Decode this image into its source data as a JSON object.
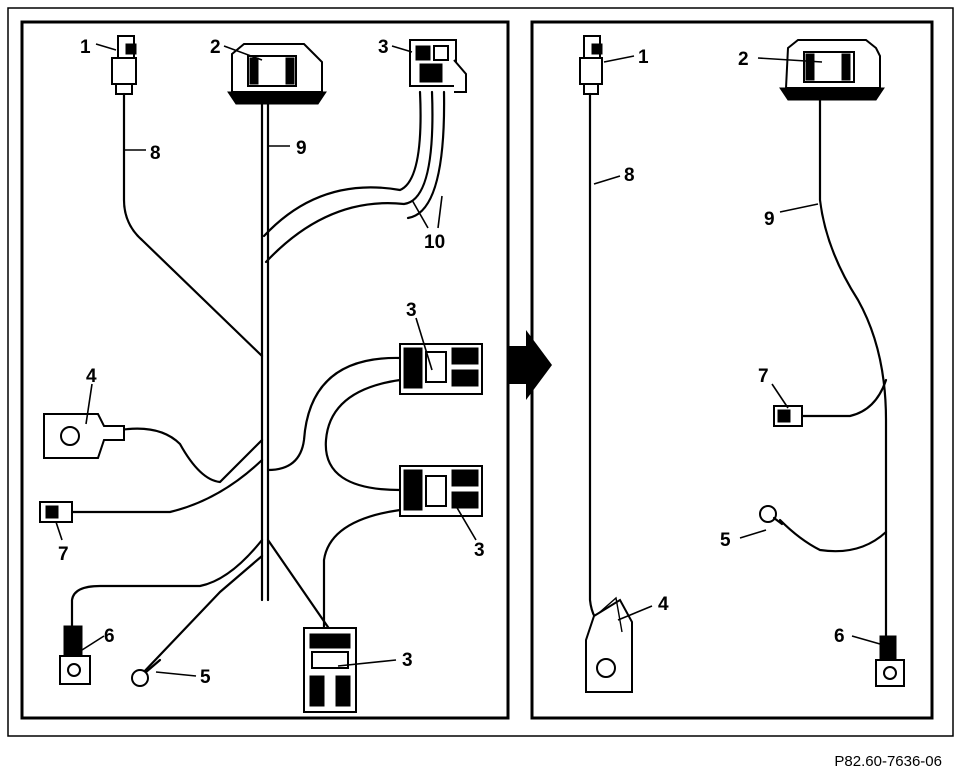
{
  "figure": {
    "reference_code": "P82.60-7636-06",
    "left_panel": {
      "callouts": [
        "1",
        "2",
        "3",
        "8",
        "9",
        "10",
        "3",
        "4",
        "3",
        "7",
        "6",
        "5",
        "3"
      ]
    },
    "right_panel": {
      "callouts": [
        "1",
        "2",
        "8",
        "9",
        "7",
        "5",
        "4",
        "6"
      ]
    }
  },
  "icons": {
    "transition_arrow": "right-arrow-icon"
  },
  "colors": {
    "line": "#000000",
    "background": "#ffffff"
  }
}
